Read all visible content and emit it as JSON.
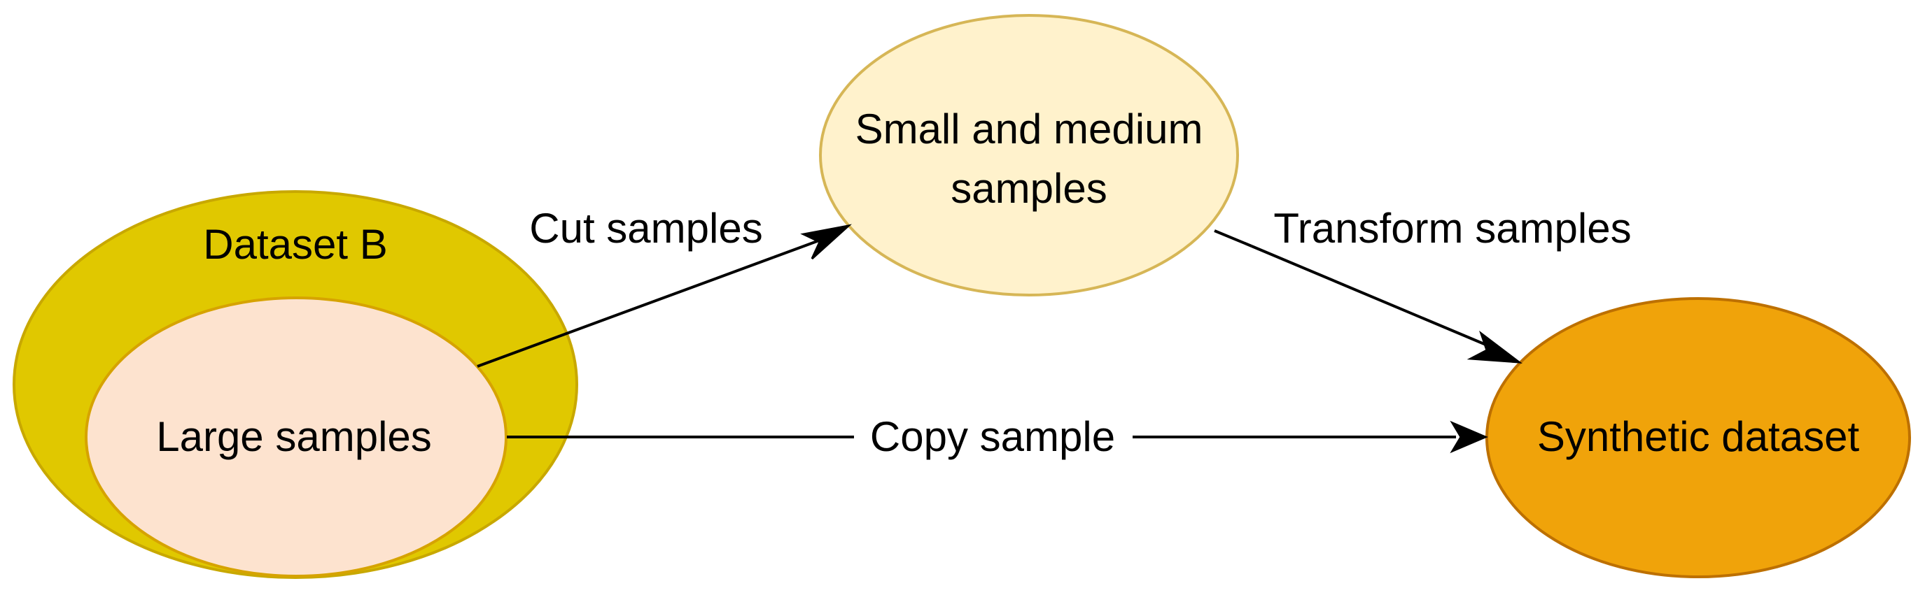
{
  "diagram": {
    "nodes": {
      "dataset_b": {
        "label": "Dataset B",
        "fill": "#e0c800",
        "stroke": "#c8a800"
      },
      "large_samples": {
        "label": "Large samples",
        "fill": "#fde3cf",
        "stroke": "#d6a300"
      },
      "small_medium": {
        "label_line1": "Small and medium",
        "label_line2": "samples",
        "fill": "#fff2cc",
        "stroke": "#d6b656"
      },
      "synthetic": {
        "label": "Synthetic dataset",
        "fill": "#f0a30a",
        "stroke": "#bd7000"
      }
    },
    "edges": {
      "cut": {
        "label": "Cut samples"
      },
      "transform": {
        "label": "Transform samples"
      },
      "copy": {
        "label": "Copy sample"
      }
    },
    "edge_color": "#000000"
  }
}
